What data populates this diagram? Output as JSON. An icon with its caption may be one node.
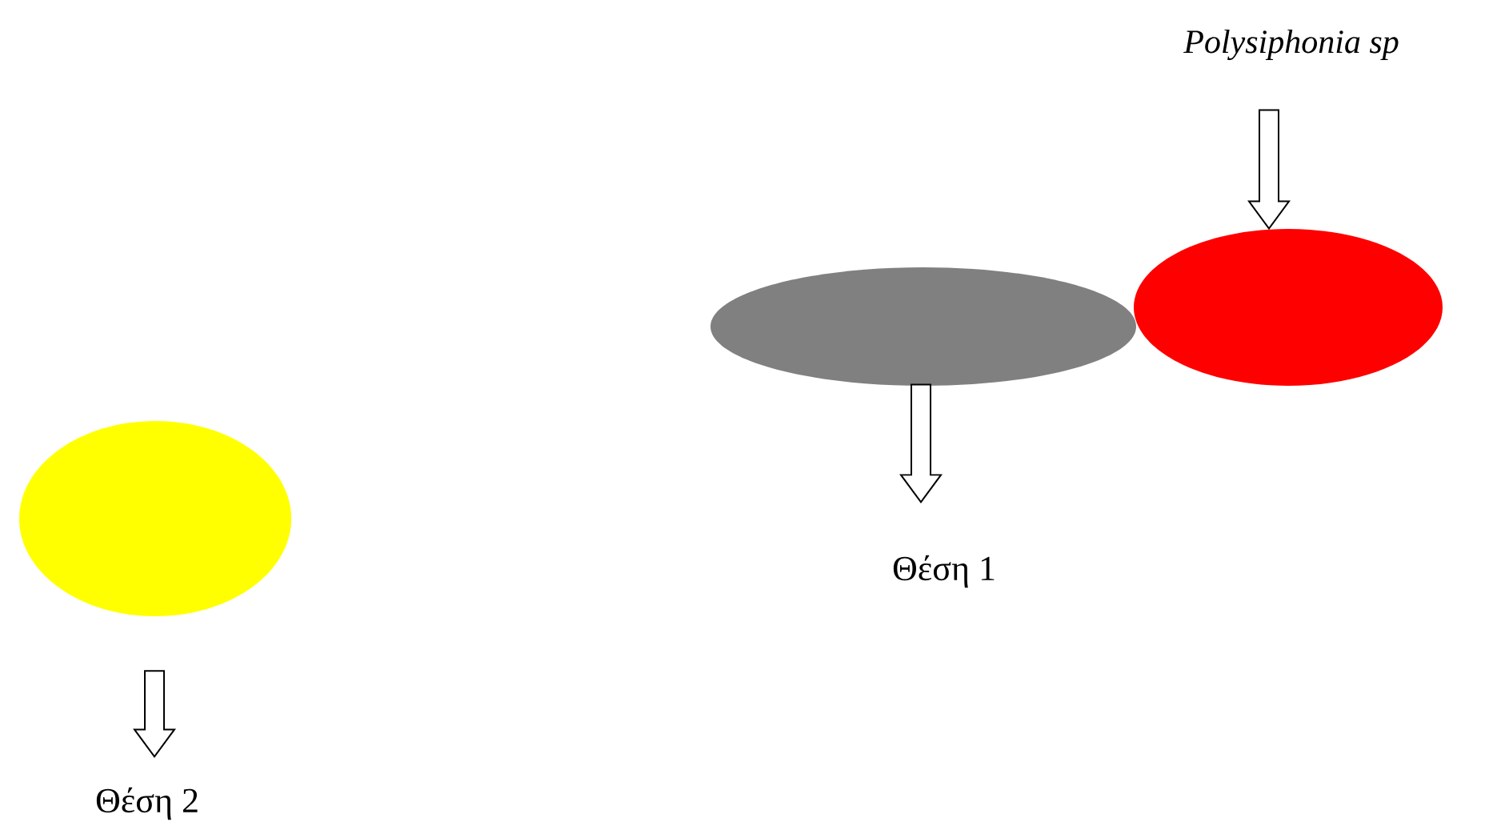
{
  "diagram": {
    "nodes": [
      {
        "text": [
          "Polysiphonia sp"
        ]
      },
      {
        "text": [],
        "shape": "ellipse"
      },
      {
        "text": [],
        "shape": "ellipse"
      },
      {
        "text": [
          "Θέση 1"
        ]
      },
      {
        "text": [],
        "shape": "ellipse"
      },
      {
        "text": [
          "Θέση 2"
        ]
      }
    ],
    "edges": [
      {
        "from": 0,
        "to": 1,
        "arrow": "to"
      },
      {
        "from": 2,
        "to": 3,
        "arrow": "to"
      },
      {
        "from": 4,
        "to": 5,
        "arrow": "to"
      }
    ]
  }
}
